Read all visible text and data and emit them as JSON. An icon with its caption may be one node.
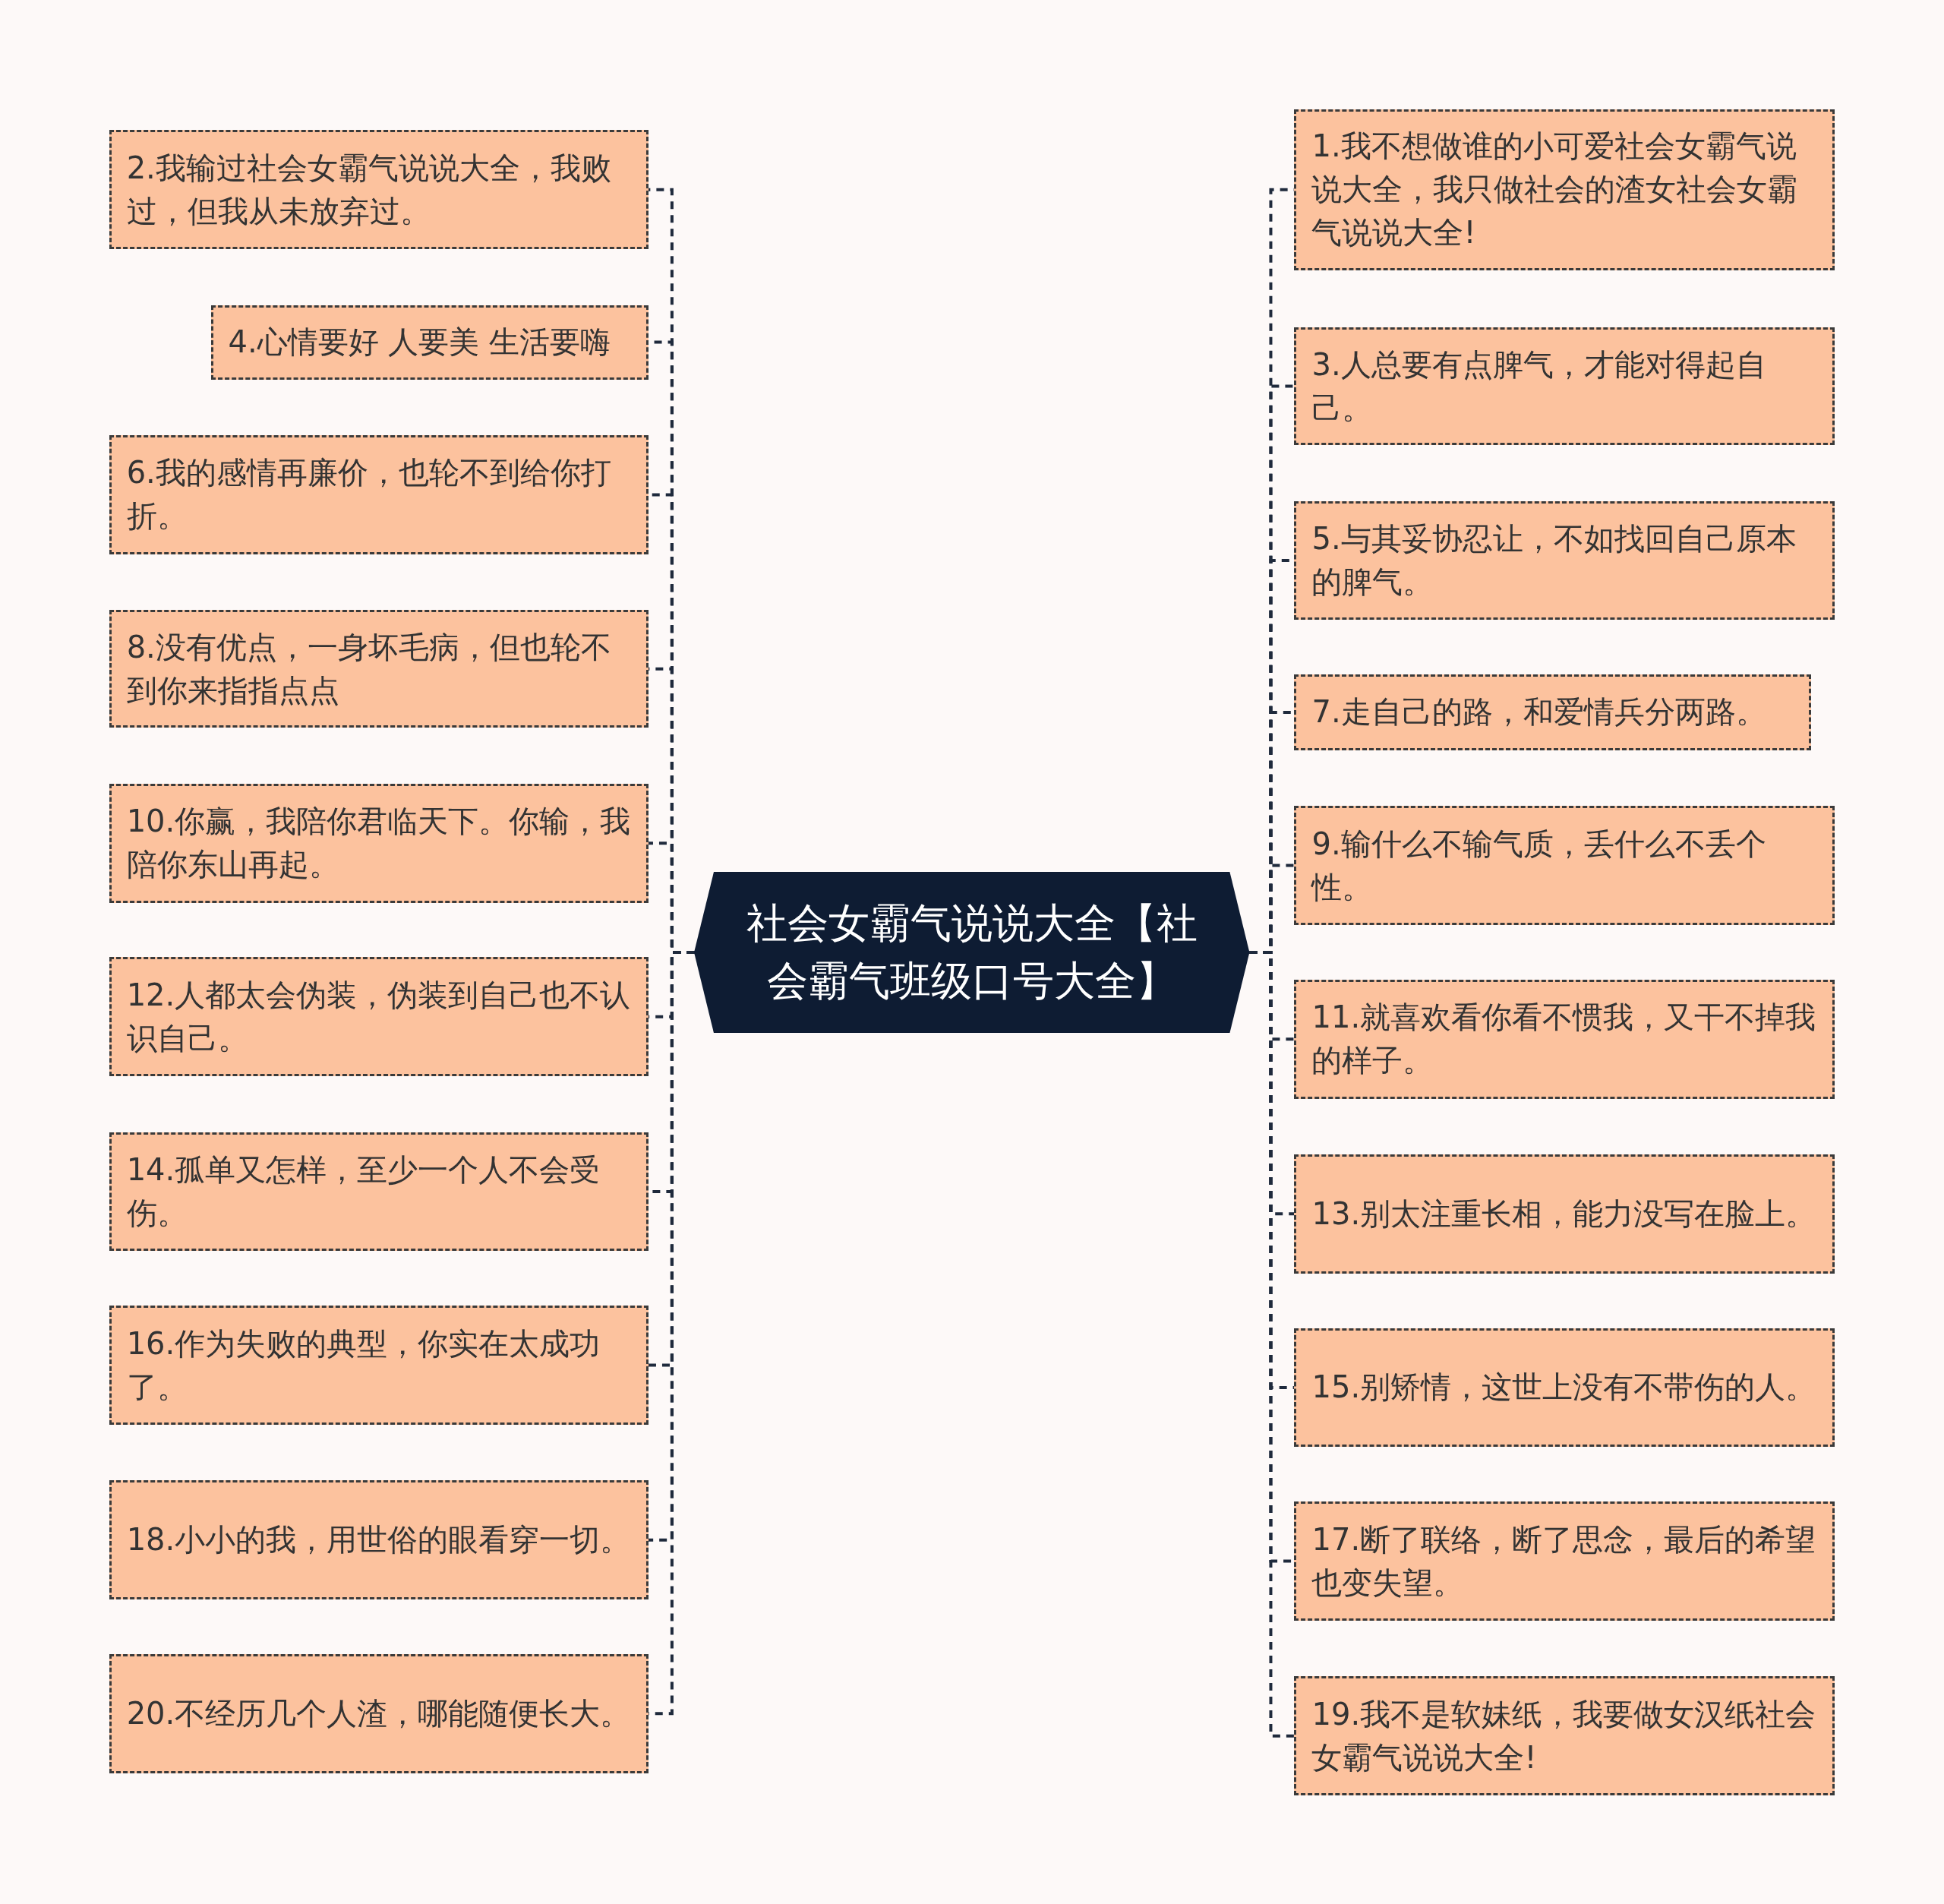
{
  "diagram": {
    "nodes": [
      {
        "text": [
          "社会女霸气说说大全【社会霸气班级口号大全】"
        ]
      },
      {
        "text": [
          "1.我不想做谁的小可爱社会女霸气说说大全，我只做社会的渣女社会女霸气说说大全!"
        ]
      },
      {
        "text": [
          "2.我输过社会女霸气说说大全，我败过，但我从未放弃过。"
        ]
      },
      {
        "text": [
          "3.人总要有点脾气，才能对得起自己。"
        ]
      },
      {
        "text": [
          "4.心情要好 人要美 生活要嗨"
        ]
      },
      {
        "text": [
          "5.与其妥协忍让，不如找回自己原本的脾气。"
        ]
      },
      {
        "text": [
          "6.我的感情再廉价，也轮不到给你打折。"
        ]
      },
      {
        "text": [
          "7.走自己的路，和爱情兵分两路。"
        ]
      },
      {
        "text": [
          "8.没有优点，一身坏毛病，但也轮不到你来指指点点"
        ]
      },
      {
        "text": [
          "9.输什么不输气质，丢什么不丢个性。"
        ]
      },
      {
        "text": [
          "10.你赢，我陪你君临天下。你输，我陪你东山再起。"
        ]
      },
      {
        "text": [
          "11.就喜欢看你看不惯我，又干不掉我的样子。"
        ]
      },
      {
        "text": [
          "12.人都太会伪装，伪装到自己也不认识自己。"
        ]
      },
      {
        "text": [
          "13.别太注重长相，能力没写在脸上。"
        ]
      },
      {
        "text": [
          "14.孤单又怎样，至少一个人不会受伤。"
        ]
      },
      {
        "text": [
          "15.别矫情，这世上没有不带伤的人。"
        ]
      },
      {
        "text": [
          "16.作为失败的典型，你实在太成功了。"
        ]
      },
      {
        "text": [
          "17.断了联络，断了思念，最后的希望也变失望。"
        ]
      },
      {
        "text": [
          "18.小小的我，用世俗的眼看穿一切。"
        ]
      },
      {
        "text": [
          "19.我不是软妹纸，我要做女汉纸社会女霸气说说大全!"
        ]
      },
      {
        "text": [
          "20.不经历几个人渣，哪能随便长大。"
        ]
      }
    ],
    "edges": [
      {
        "from": 0,
        "to": 2,
        "arrow": "none"
      },
      {
        "from": 0,
        "to": 4,
        "arrow": "none"
      },
      {
        "from": 0,
        "to": 6,
        "arrow": "none"
      },
      {
        "from": 0,
        "to": 8,
        "arrow": "none"
      },
      {
        "from": 0,
        "to": 10,
        "arrow": "none"
      },
      {
        "from": 0,
        "to": 12,
        "arrow": "none"
      },
      {
        "from": 0,
        "to": 14,
        "arrow": "none"
      },
      {
        "from": 0,
        "to": 16,
        "arrow": "none"
      },
      {
        "from": 0,
        "to": 18,
        "arrow": "none"
      },
      {
        "from": 0,
        "to": 20,
        "arrow": "none"
      },
      {
        "from": 0,
        "to": 1,
        "arrow": "none"
      },
      {
        "from": 0,
        "to": 3,
        "arrow": "none"
      },
      {
        "from": 0,
        "to": 5,
        "arrow": "none"
      },
      {
        "from": 0,
        "to": 7,
        "arrow": "none"
      },
      {
        "from": 0,
        "to": 9,
        "arrow": "none"
      },
      {
        "from": 0,
        "to": 11,
        "arrow": "none"
      },
      {
        "from": 0,
        "to": 13,
        "arrow": "none"
      },
      {
        "from": 0,
        "to": 15,
        "arrow": "none"
      },
      {
        "from": 0,
        "to": 17,
        "arrow": "none"
      },
      {
        "from": 0,
        "to": 19,
        "arrow": "none"
      }
    ]
  }
}
